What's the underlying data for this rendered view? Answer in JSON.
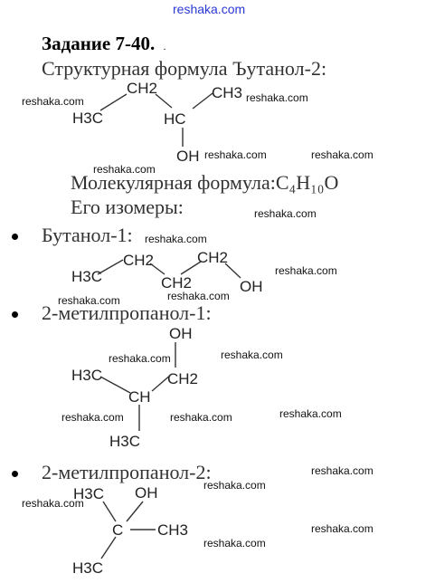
{
  "watermark": {
    "top": "reshaka.com",
    "label": "reshaka.com"
  },
  "task": {
    "title": "Задание 7-40.",
    "trailing_mark": "."
  },
  "lines": {
    "structural_formula": "Структурная формула Ъутанол-2:",
    "molecular_prefix": "Молекулярная формула:",
    "molecular_formula": "C₄H₁₀O",
    "isomers_heading": "Его изомеры:"
  },
  "isomers": [
    {
      "name": "Бутанол-1:"
    },
    {
      "name": "2-метилпропанол-1:"
    },
    {
      "name": "2-метилпропанол-2:"
    }
  ],
  "structures": {
    "butanol2": [
      "H3C",
      "CH2",
      "HC",
      "CH3",
      "OH"
    ],
    "butanol1": [
      "H3C",
      "CH2",
      "CH2",
      "CH2",
      "OH"
    ],
    "methylpropanol1": [
      "OH",
      "H3C",
      "CH2",
      "CH",
      "H3C"
    ],
    "methylpropanol2": [
      "H3C",
      "OH",
      "C",
      "CH3",
      "H3C"
    ]
  }
}
